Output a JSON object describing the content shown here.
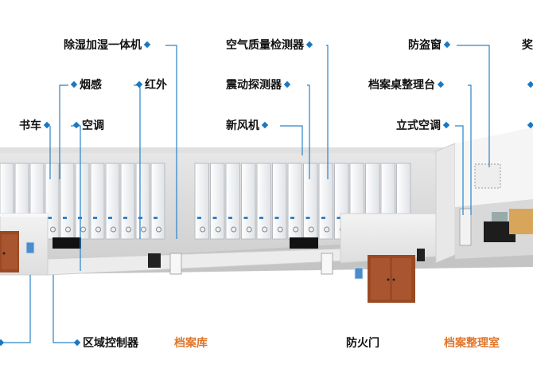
{
  "labels": {
    "dehumidifier": "除湿加湿一体机",
    "air_quality": "空气质量检测器",
    "anti_theft_window": "防盗窗",
    "right_cut_top": "奖",
    "smoke": "烟感",
    "infrared": "红外",
    "vibration": "震动探测器",
    "archive_desk": "档案桌整理台",
    "book_cart": "书车",
    "air_conditioner": "空调",
    "fresh_air": "新风机",
    "standing_ac": "立式空调",
    "zone_controller": "区域控制器",
    "archive_storage": "档案库",
    "fire_door": "防火门",
    "archive_room": "档案整理室"
  },
  "colors": {
    "label_text": "#111111",
    "room_label": "#e0762a",
    "leader_line": "#2a83c8",
    "marker": "#1a78c2",
    "wall": "#e9e9e9",
    "floor": "#d8d8d8",
    "door": "#9a4a22",
    "cabinet": "#f4f5f7"
  }
}
